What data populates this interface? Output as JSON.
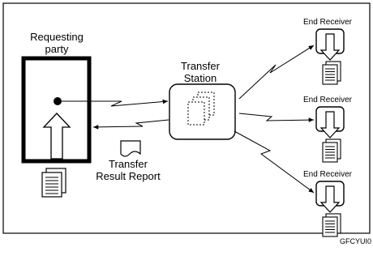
{
  "diagram": {
    "requesting_party": [
      "Requesting",
      "party"
    ],
    "transfer_station": [
      "Transfer",
      "Station"
    ],
    "report": [
      "Transfer",
      "Result Report"
    ],
    "receivers": [
      {
        "label": "End Receiver"
      },
      {
        "label": "End Receiver"
      },
      {
        "label": "End Receiver"
      }
    ],
    "figure_code": "GFCYUI0"
  }
}
